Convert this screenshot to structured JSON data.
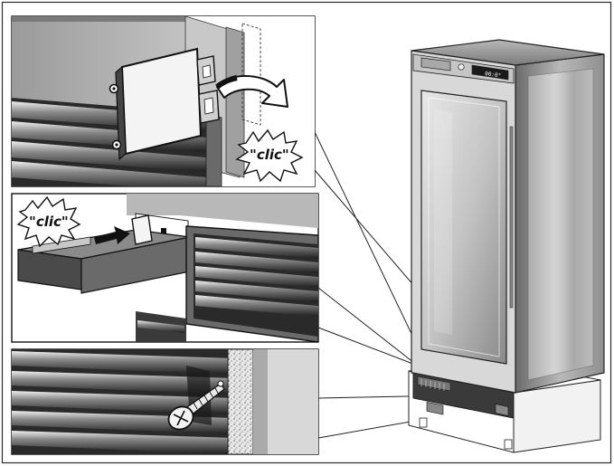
{
  "callouts": {
    "hinge_sound": "\"clic\"",
    "bracket_sound": "\"clic\""
  },
  "appliance": {
    "display_text": "00:0°"
  }
}
